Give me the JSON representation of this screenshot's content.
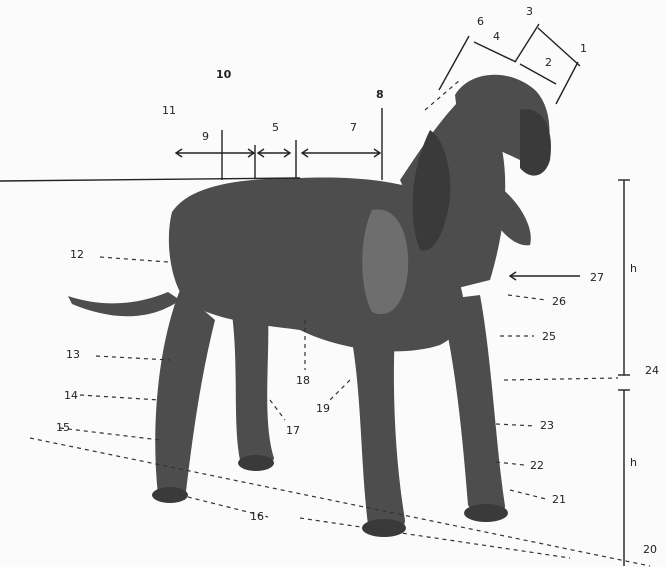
{
  "labels": {
    "l1": "1",
    "l2": "2",
    "l3": "3",
    "l4": "4",
    "l5": "5",
    "l6": "6",
    "l7": "7",
    "l8": "8",
    "l9": "9",
    "l10": "10",
    "l11": "11",
    "l12": "12",
    "l13": "13",
    "l14": "14",
    "l15": "15",
    "l16": "16",
    "l17": "17",
    "l18": "18",
    "l19": "19",
    "l20": "20",
    "l21": "21",
    "l22": "22",
    "l23": "23",
    "l24": "24",
    "l25": "25",
    "l26": "26",
    "l27": "27",
    "h_upper": "h",
    "h_lower": "h"
  },
  "colors": {
    "ink": "#222222",
    "dog": "#4d4d4d",
    "background": "#fbfbfb"
  }
}
